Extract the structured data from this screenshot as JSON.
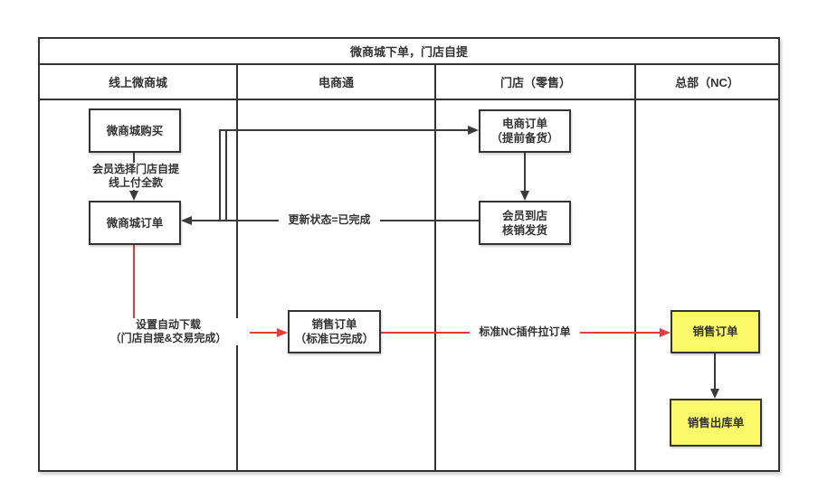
{
  "diagram": {
    "title": "微商城下单，门店自提",
    "lanes": [
      {
        "label": "线上微商城"
      },
      {
        "label": "电商通"
      },
      {
        "label": "门店（零售）"
      },
      {
        "label": "总部（NC）"
      }
    ],
    "nodes": {
      "wsc_buy": {
        "line1": "微商城购买"
      },
      "wsc_order": {
        "line1": "微商城订单"
      },
      "ec_order": {
        "line1": "电商订单",
        "line2": "（提前备货）"
      },
      "arrive": {
        "line1": "会员到店",
        "line2": "核销发货"
      },
      "sale_order_ec": {
        "line1": "销售订单",
        "line2": "（标准已完成）"
      },
      "sale_order_nc": {
        "line1": "销售订单"
      },
      "sale_outbound": {
        "line1": "销售出库单"
      }
    },
    "edges": {
      "member_select": {
        "line1": "会员选择门店自提",
        "line2": "线上付全款"
      },
      "update_status": {
        "label": "更新状态=已完成"
      },
      "auto_download": {
        "line1": "设置自动下载",
        "line2": "（门店自提&交易完成）"
      },
      "nc_pull": {
        "label": "标准NC插件拉订单"
      }
    },
    "colors": {
      "line": "#3b3b3b",
      "accent_red": "#e23c3c",
      "node_fill": "#ffffff",
      "nc_node_fill": "#fbf96a",
      "border": "#333333",
      "background": "#ffffff"
    }
  }
}
